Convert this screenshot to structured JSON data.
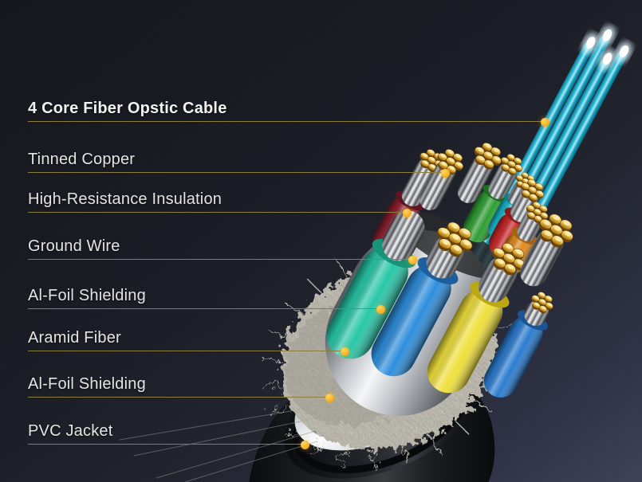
{
  "figure": {
    "title": "4 Core Fiber Opstic Cable",
    "description": "Cutaway diagram of a 4-core fiber optic HDMI cable showing internal construction layers",
    "labels": [
      {
        "text": "4 Core Fiber Opstic Cable",
        "emphasis": true,
        "points_to": "fiber-tubes"
      },
      {
        "text": "Tinned Copper",
        "emphasis": false,
        "points_to": "copper-strands"
      },
      {
        "text": "High-Resistance Insulation",
        "emphasis": false,
        "points_to": "wire-insulation"
      },
      {
        "text": "Ground Wire",
        "emphasis": false,
        "points_to": "ground-wire"
      },
      {
        "text": "Al-Foil Shielding",
        "emphasis": false,
        "points_to": "inner-foil"
      },
      {
        "text": "Aramid Fiber",
        "emphasis": false,
        "points_to": "aramid-braid"
      },
      {
        "text": "Al-Foil Shielding",
        "emphasis": false,
        "points_to": "outer-foil"
      },
      {
        "text": "PVC Jacket",
        "emphasis": false,
        "points_to": "pvc-jacket"
      }
    ],
    "palette": {
      "background_top": "#14161c",
      "background_bottom": "#3a3d52",
      "leader_line": "#8d7d3f",
      "pointer_dot": "#f5b42a",
      "label_text": "#e6e4e1",
      "fiber_tube": "#2cb9d6",
      "gold_tip": "#edc24f",
      "copper_strand": "#d9dcdf",
      "pvc_jacket": "#1b1c1f",
      "al_foil": "#d6d8db",
      "aramid_braid": "#d9d6cc",
      "wire_insulation_colors": [
        "#8C1F2E",
        "#2E9E33",
        "#14B4C6",
        "#C9272A",
        "#E08A1E",
        "#28C7A8",
        "#2E8EDC",
        "#EFDF3C",
        "#2B7CD0"
      ]
    }
  }
}
